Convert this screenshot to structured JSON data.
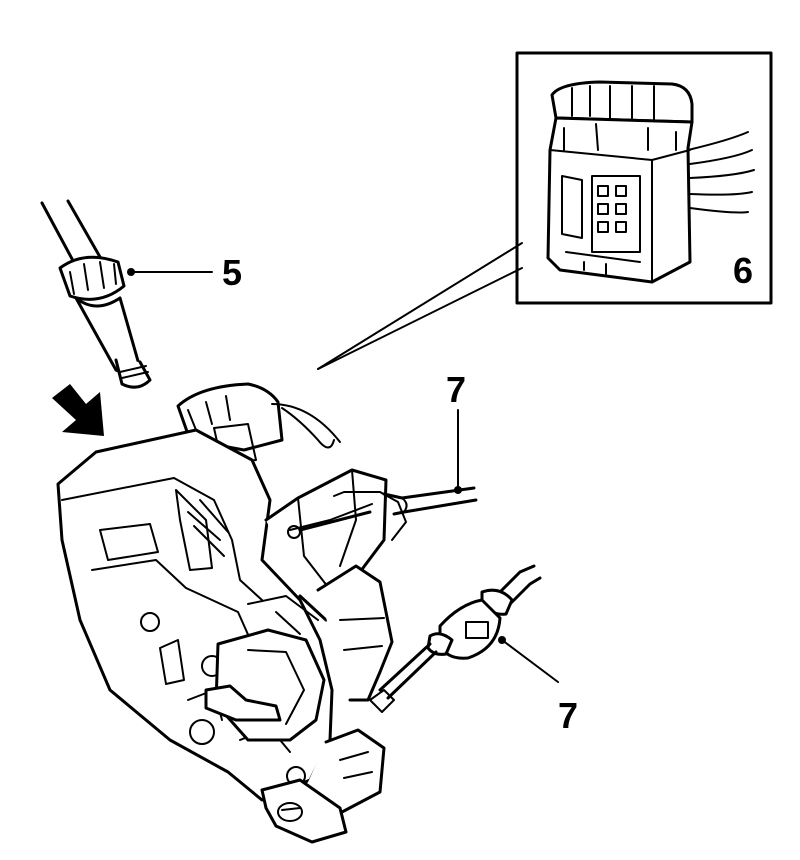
{
  "diagram": {
    "callouts": [
      {
        "id": "5",
        "label": "5"
      },
      {
        "id": "6",
        "label": "6"
      },
      {
        "id": "7a",
        "label": "7"
      },
      {
        "id": "7b",
        "label": "7"
      }
    ],
    "colors": {
      "ink": "#000000",
      "paper": "#ffffff"
    },
    "icons": {
      "direction_arrow": "arrow-down-right-icon"
    }
  }
}
